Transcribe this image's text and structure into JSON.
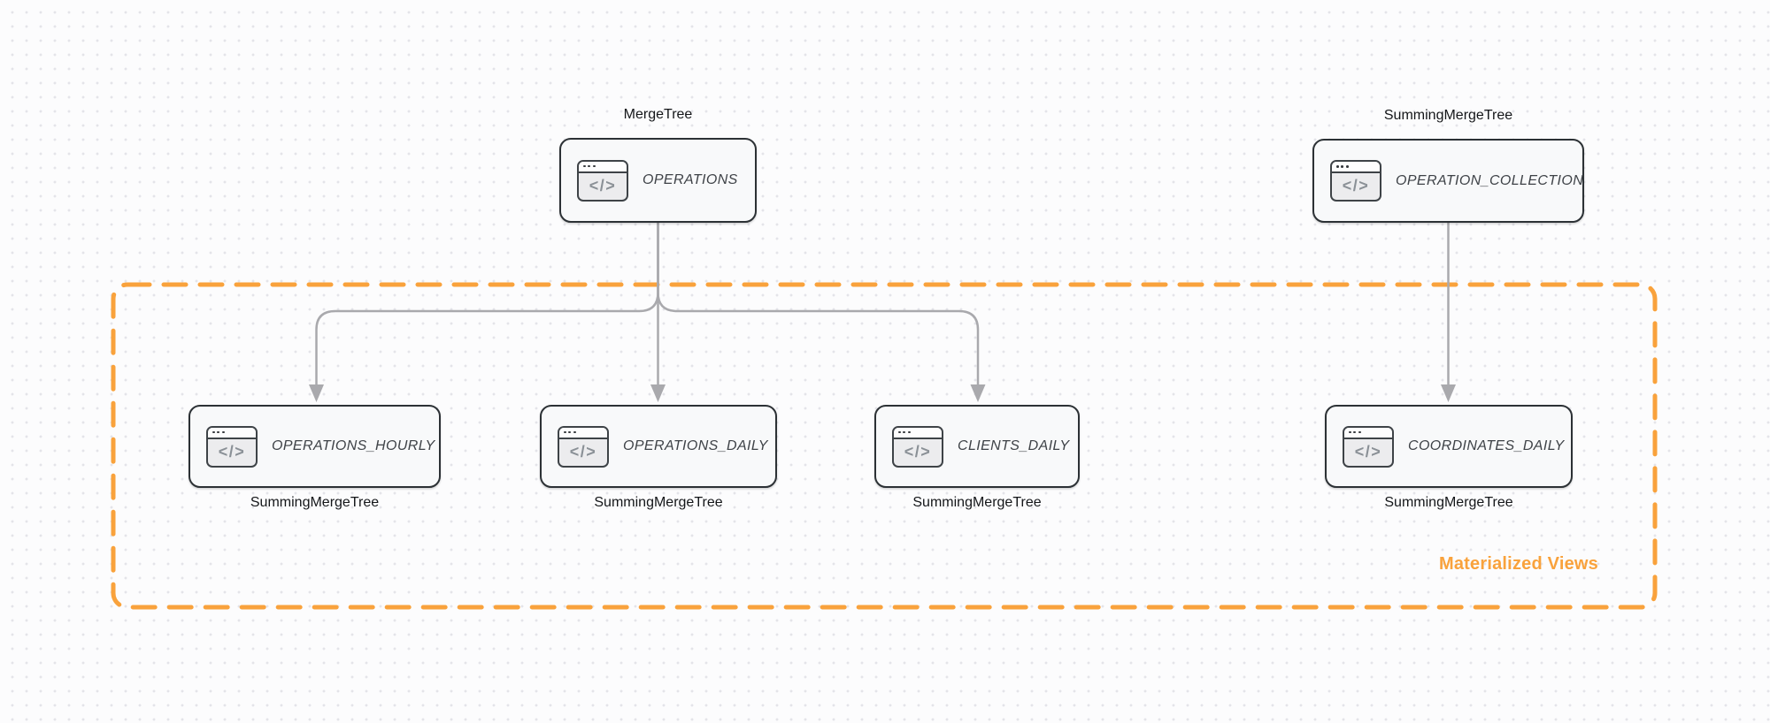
{
  "diagram": {
    "group_label": "Materialized Views",
    "icon_glyph": "</>",
    "colors": {
      "accent_orange": "#F9A23C",
      "edge_gray": "#A9A9AD",
      "node_border": "#2C3135",
      "node_fill": "#F8F9FA"
    },
    "nodes": [
      {
        "title": "OPERATIONS",
        "engine": "MergeTree"
      },
      {
        "title": "OPERATION_COLLECTION",
        "engine": "SummingMergeTree"
      },
      {
        "title": "OPERATIONS_HOURLY",
        "engine": "SummingMergeTree"
      },
      {
        "title": "OPERATIONS_DAILY",
        "engine": "SummingMergeTree"
      },
      {
        "title": "CLIENTS_DAILY",
        "engine": "SummingMergeTree"
      },
      {
        "title": "COORDINATES_DAILY",
        "engine": "SummingMergeTree"
      }
    ],
    "edges": [
      {
        "from": "OPERATIONS",
        "to": "OPERATIONS_HOURLY"
      },
      {
        "from": "OPERATIONS",
        "to": "OPERATIONS_DAILY"
      },
      {
        "from": "OPERATIONS",
        "to": "CLIENTS_DAILY"
      },
      {
        "from": "OPERATION_COLLECTION",
        "to": "COORDINATES_DAILY"
      }
    ]
  }
}
